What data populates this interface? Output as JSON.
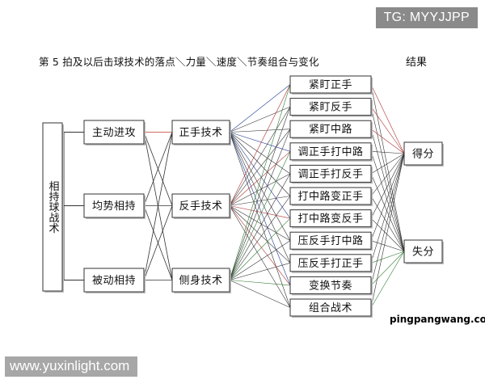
{
  "watermarks": {
    "top_right": "TG: MYYJJPP",
    "bottom_left": "www.yuxinlight.com",
    "inline": "pingpangwang.com"
  },
  "diagram": {
    "title": "第 5 拍及以后击球技术的落点＼力量＼速度＼节奏组合与变化",
    "result_header": "结果",
    "root": "相持球战术",
    "situations": [
      "主动进攻",
      "均势相持",
      "被动相持"
    ],
    "techniques": [
      "正手技术",
      "反手技术",
      "侧身技术"
    ],
    "tactics": [
      "紧盯正手",
      "紧盯反手",
      "紧盯中路",
      "调正手打中路",
      "调正手打反手",
      "打中路变正手",
      "打中路变反手",
      "压反手打中路",
      "压反手打正手",
      "变换节奏",
      "组合战术"
    ],
    "results": [
      "得分",
      "失分"
    ],
    "line_colors": {
      "default": "#333333",
      "forehand_to_score": "#c0392b",
      "forehand_to_tactics": "#1f3a93",
      "backhand_to_tactics": "#b03030",
      "sidespin_to_tactics": "#2e7d32"
    }
  }
}
